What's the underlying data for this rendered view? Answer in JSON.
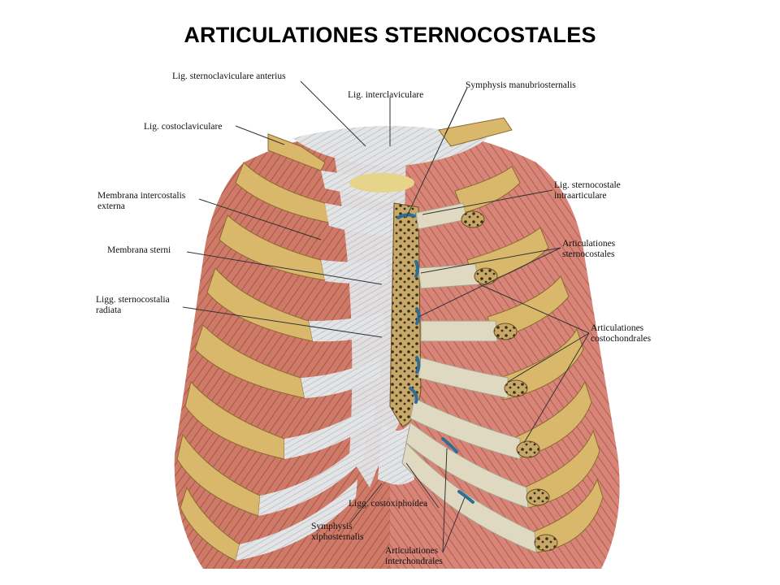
{
  "title": "ARTICULATIONES STERNOCOSTALES",
  "labels": {
    "lig_sternoclaviculare_anterius": "Lig. sternoclaviculare anterius",
    "lig_interclaviculare": "Lig. interclaviculare",
    "symphysis_manubriosternalis": "Symphysis manubriosternalis",
    "lig_costoclaviculare": "Lig. costoclaviculare",
    "lig_sternocostale_intraarticulare_1": "Lig. sternocostale",
    "lig_sternocostale_intraarticulare_2": "intraarticulare",
    "membrana_intercostalis_externa_1": "Membrana intercostalis",
    "membrana_intercostalis_externa_2": "externa",
    "articulationes_sternocostales_1": "Articulationes",
    "articulationes_sternocostales_2": "sternocostales",
    "membrana_sterni": "Membrana sterni",
    "ligg_sternocostalia_radiata_1": "Ligg. sternocostalia",
    "ligg_sternocostalia_radiata_2": "radiata",
    "articulationes_costochondrales_1": "Articulationes",
    "articulationes_costochondrales_2": "costochondrales",
    "ligg_costoxiphoidea": "Ligg. costoxiphoidea",
    "symphysis_xiphosternalis_1": "Symphysis",
    "symphysis_xiphosternalis_2": "xiphosternalis",
    "articulationes_interchondrales_1": "Articulationes",
    "articulationes_interchondrales_2": "interchondrales"
  },
  "colors": {
    "muscle": "#c8705f",
    "muscle_dark": "#9e4a3e",
    "bone": "#d9b86c",
    "cartilage": "#dfe0de",
    "sternum": "#b8985a",
    "joint": "#2d6d96",
    "leader": "#333333"
  }
}
